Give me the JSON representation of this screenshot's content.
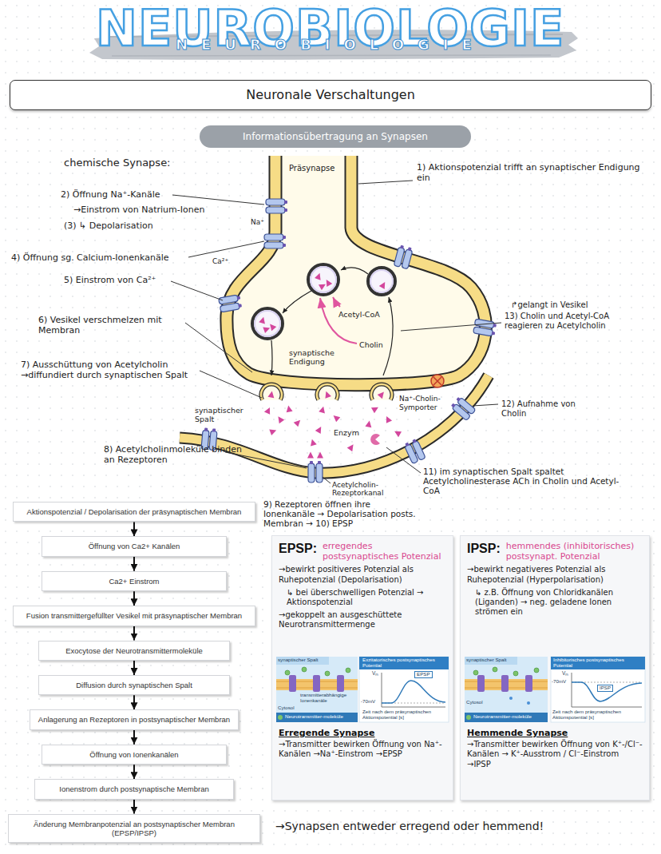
{
  "diagram": {
    "title": "NEUROBIOLOGIE",
    "nodes": [
      {
        "text": [
          "Neuronale Verschaltungen"
        ]
      },
      {
        "text": [
          "Informationsübertragung an Synapsen"
        ]
      },
      {
        "text": [
          "Aktionspotenzial / Depolarisation der präsynaptischen Membran"
        ]
      },
      {
        "text": [
          "Öffnung von Ca2+ Kanälen"
        ]
      },
      {
        "text": [
          "Ca2+ Einstrom"
        ]
      },
      {
        "text": [
          "Fusion transmittergefüllter Vesikel mit präsynaptischer Membran"
        ]
      },
      {
        "text": [
          "Exocytose der Neurotransmittermoleküle"
        ]
      },
      {
        "text": [
          "Diffusion durch synaptischen Spalt"
        ]
      },
      {
        "text": [
          "Anlagerung an Rezeptoren in postsynaptischer Membran"
        ]
      },
      {
        "text": [
          "Öffnung von Ionenkanälen"
        ]
      },
      {
        "text": [
          "Ionenstrom durch postsynaptische Membran"
        ]
      },
      {
        "text": [
          "Änderung Membranpotenzial an postsynaptischer Membran (EPSP/IPSP)"
        ]
      },
      {
        "text": [
          "EPSP:",
          "erregendes postsynaptisches Potenzial",
          "→bewirkt positiveres Potenzial als Ruhepotenzial (Depolarisation)",
          "↳ bei überschwelligen Potenzial → Aktionspotenzial",
          "→gekoppelt an ausgeschüttete Neurotransmittermenge",
          "Erregende Synapse",
          "→Transmitter bewirken Öffnung von Na⁺-Kanälen →Na⁺-Einstrom →EPSP"
        ]
      },
      {
        "text": [
          "IPSP:",
          "hemmendes (inhibitorisches) postsynapt. Potenzial",
          "→bewirkt negativeres Potenzial als Ruhepotenzial (Hyperpolarisation)",
          "↳ z.B. Öffnung von Chloridkanälen (Liganden) → neg. geladene Ionen strömen ein",
          "Hemmende Synapse",
          "→Transmitter bewirken Öffnung von K⁺-/Cl⁻-Kanälen → K⁺-Ausstrom / Cl⁻-Einstrom →IPSP"
        ]
      }
    ],
    "edges": [
      {
        "from": 2,
        "to": 3,
        "arrow": "to"
      },
      {
        "from": 3,
        "to": 4,
        "arrow": "to"
      },
      {
        "from": 4,
        "to": 5,
        "arrow": "to"
      },
      {
        "from": 5,
        "to": 6,
        "arrow": "to"
      },
      {
        "from": 6,
        "to": 7,
        "arrow": "to"
      },
      {
        "from": 7,
        "to": 8,
        "arrow": "to"
      },
      {
        "from": 8,
        "to": 9,
        "arrow": "to"
      },
      {
        "from": 9,
        "to": 10,
        "arrow": "to"
      },
      {
        "from": 10,
        "to": 11,
        "arrow": "to"
      }
    ],
    "labels": [
      "NEUROBIOLOGIE",
      "chemische Synapse:",
      "Präsynapse",
      "1) Aktionspotenzial trifft an synaptischer Endigung ein",
      "2) Öffnung Na⁺-Kanäle",
      "→Einstrom von Natrium-Ionen",
      "(3) ↳ Depolarisation",
      "Na⁺",
      "4) Öffnung sg. Calcium-Ionenkanäle",
      "Ca²⁺",
      "5) Einstrom von Ca²⁺",
      "6) Vesikel verschmelzen mit Membran",
      "7) Ausschüttung von Acetylcholin →diffundiert durch synaptischen Spalt",
      "Acetyl-CoA",
      "Cholin",
      "synaptische Endigung",
      "↱gelangt in Vesikel",
      "13) Cholin und Acetyl-CoA reagieren zu Acetylcholin",
      "Na⁺-Cholin-Symporter",
      "12) Aufnahme von Cholin",
      "synaptischer Spalt",
      "Enzym",
      "8) Acetylcholinmoleküle binden an Rezeptoren",
      "Acetylcholin-Rezeptorkanal",
      "11) im synaptischen Spalt spaltet Acetylcholinesterase ACh in Cholin und Acetyl-CoA",
      "9) Rezeptoren öffnen ihre Ionenkanäle → Depolarisation posts. Membran → 10) EPSP",
      "synaptischer Spalt",
      "transmitterabhängige Ionenkanäle",
      "Cytosol",
      "Neurotransmitter-moleküle",
      "Exzitatorisches postsynaptisches Potential",
      "Vₘ",
      "-70mV",
      "EPSP",
      "Zeit nach dem präsynaptischen Aktionspotential [s]",
      "synaptischer Spalt",
      "Cytosol",
      "Neurotransmitter-moleküle",
      "Inhibitorisches postsynaptisches Potential",
      "Vₘ",
      "-70mV",
      "IPSP",
      "Zeit nach dem präsynaptischen Aktionspotential [s]",
      "→Synapsen entweder erregend oder hemmend!"
    ]
  }
}
